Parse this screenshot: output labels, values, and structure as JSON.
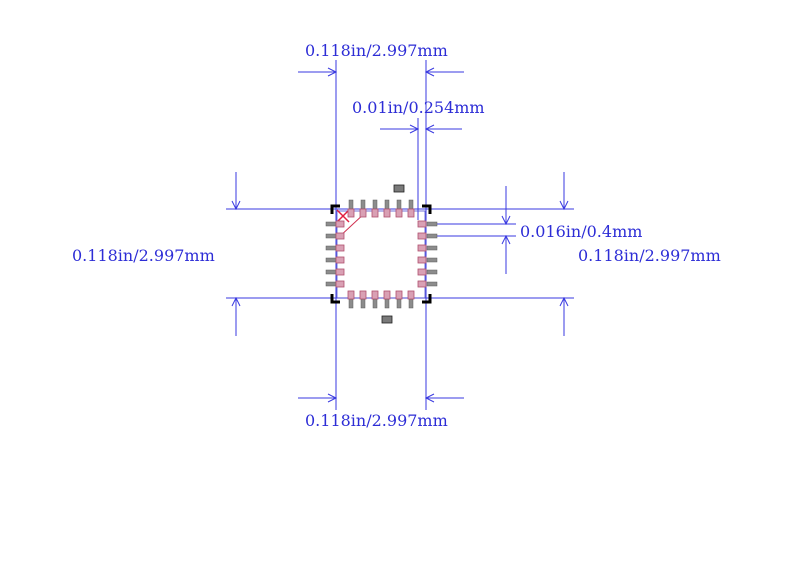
{
  "dimensions": {
    "top_width": "0.118in/2.997mm",
    "pitch": "0.01in/0.254mm",
    "pad_pitch": "0.016in/0.4mm",
    "left_height": "0.118in/2.997mm",
    "right_height": "0.118in/2.997mm",
    "bottom_width": "0.118in/2.997mm"
  },
  "colors": {
    "dimension": "#2d2dd6",
    "outline": "#000000",
    "lead": "#8c8c8c",
    "pad": "#d9a0b4",
    "pin1_marker": "#e02040"
  },
  "package": {
    "pins_per_side": 6
  }
}
